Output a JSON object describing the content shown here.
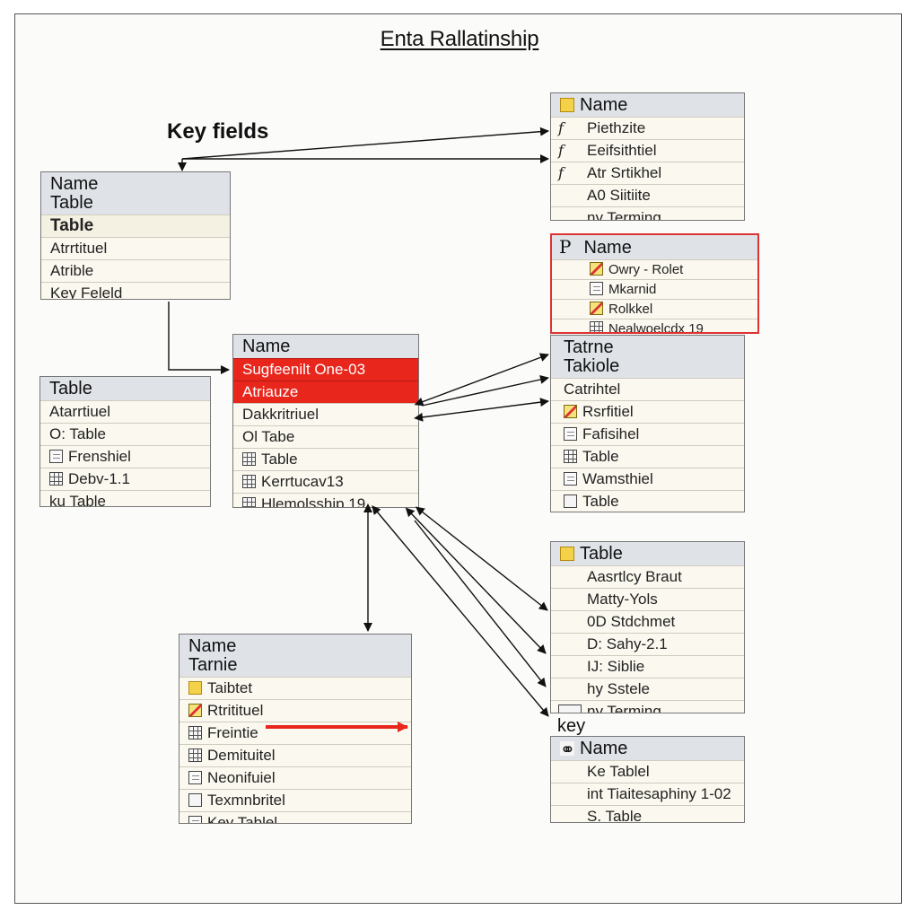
{
  "title": "Enta Rallatinship",
  "labels": {
    "key_fields": "Key fields",
    "key": "key"
  },
  "entities": {
    "e1": {
      "header": [
        "Name",
        "Table"
      ],
      "rows": [
        "Table",
        "Atrrtituel",
        "Atrible",
        "Key Feleld"
      ]
    },
    "e2": {
      "header": [
        "Table"
      ],
      "rows": [
        "Atarrtiuel",
        "O: Table",
        "Frenshiel",
        "Debv-1.1",
        "ku Table"
      ]
    },
    "e3": {
      "header": [
        "Name"
      ],
      "rows": [
        "Sugfeenilt  One-03",
        "Atriauze",
        "Dakkritriuel",
        "Ol Tabe",
        "Table",
        "Kerrtucav13",
        "Hlemolsship 19"
      ]
    },
    "e4": {
      "header": [
        "Name",
        "Tarnie"
      ],
      "rows": [
        "Taibtet",
        "Rtritituel",
        "Freintie",
        "Demituitel",
        "Neonifuiel",
        "Texmnbritel",
        "Key Tablel"
      ]
    },
    "e5": {
      "header": [
        "Name"
      ],
      "rows": [
        "Piethzite",
        "Eeifsithtiel",
        "Atr Srtikhel",
        "A0 Siitiite",
        "ny Terming"
      ]
    },
    "e6": {
      "header": [
        "Name"
      ],
      "header_icon": "P",
      "rows": [
        "Owry - Rolet",
        "Mkarnid",
        "Rolkkel",
        "Nealwoelcdx 19"
      ]
    },
    "e7": {
      "header": [
        "Tatrne",
        "Takiole"
      ],
      "rows": [
        "Catrihtel",
        "Rsrfitiel",
        "Fafisihel",
        "Table",
        "Wamsthiel",
        "Table"
      ]
    },
    "e8": {
      "header": [
        "Table"
      ],
      "rows": [
        "Aasrtlcy Braut",
        "Matty-Yols",
        "0D Stdchmet",
        "D:  Sahy-2.1",
        "IJ: Siblie",
        "hy Sstele",
        "ny Terming"
      ]
    },
    "e9": {
      "header": [
        "Name"
      ],
      "rows": [
        "Ke Tablel",
        "int Tiaitesaphiny 1-02",
        "S. Table"
      ]
    }
  },
  "colors": {
    "highlight": "#e8261c",
    "header": "#dfe3e8",
    "row_bg": "#fbf8ef",
    "outline": "#d33333"
  },
  "icons": {
    "e2": [
      "",
      "",
      "link-icon",
      "grid-icon",
      ""
    ],
    "e3": [
      "",
      "",
      "",
      "",
      "grid-icon",
      "grid-icon",
      "grid-icon"
    ],
    "e4": [
      "key-icon",
      "edit-icon",
      "grid-icon",
      "grid-icon",
      "link-icon",
      "cross-icon",
      "doc-icon"
    ],
    "e5": [
      "",
      "func-icon",
      "func-icon",
      "func-icon",
      "",
      ""
    ],
    "e6": [
      "edit-icon",
      "doc-icon",
      "edit-icon",
      "grid-icon"
    ],
    "e7": [
      "",
      "edit-icon",
      "doc-icon",
      "grid-icon",
      "doc-icon",
      "link-icon"
    ],
    "e9": [
      "",
      "",
      ""
    ]
  }
}
